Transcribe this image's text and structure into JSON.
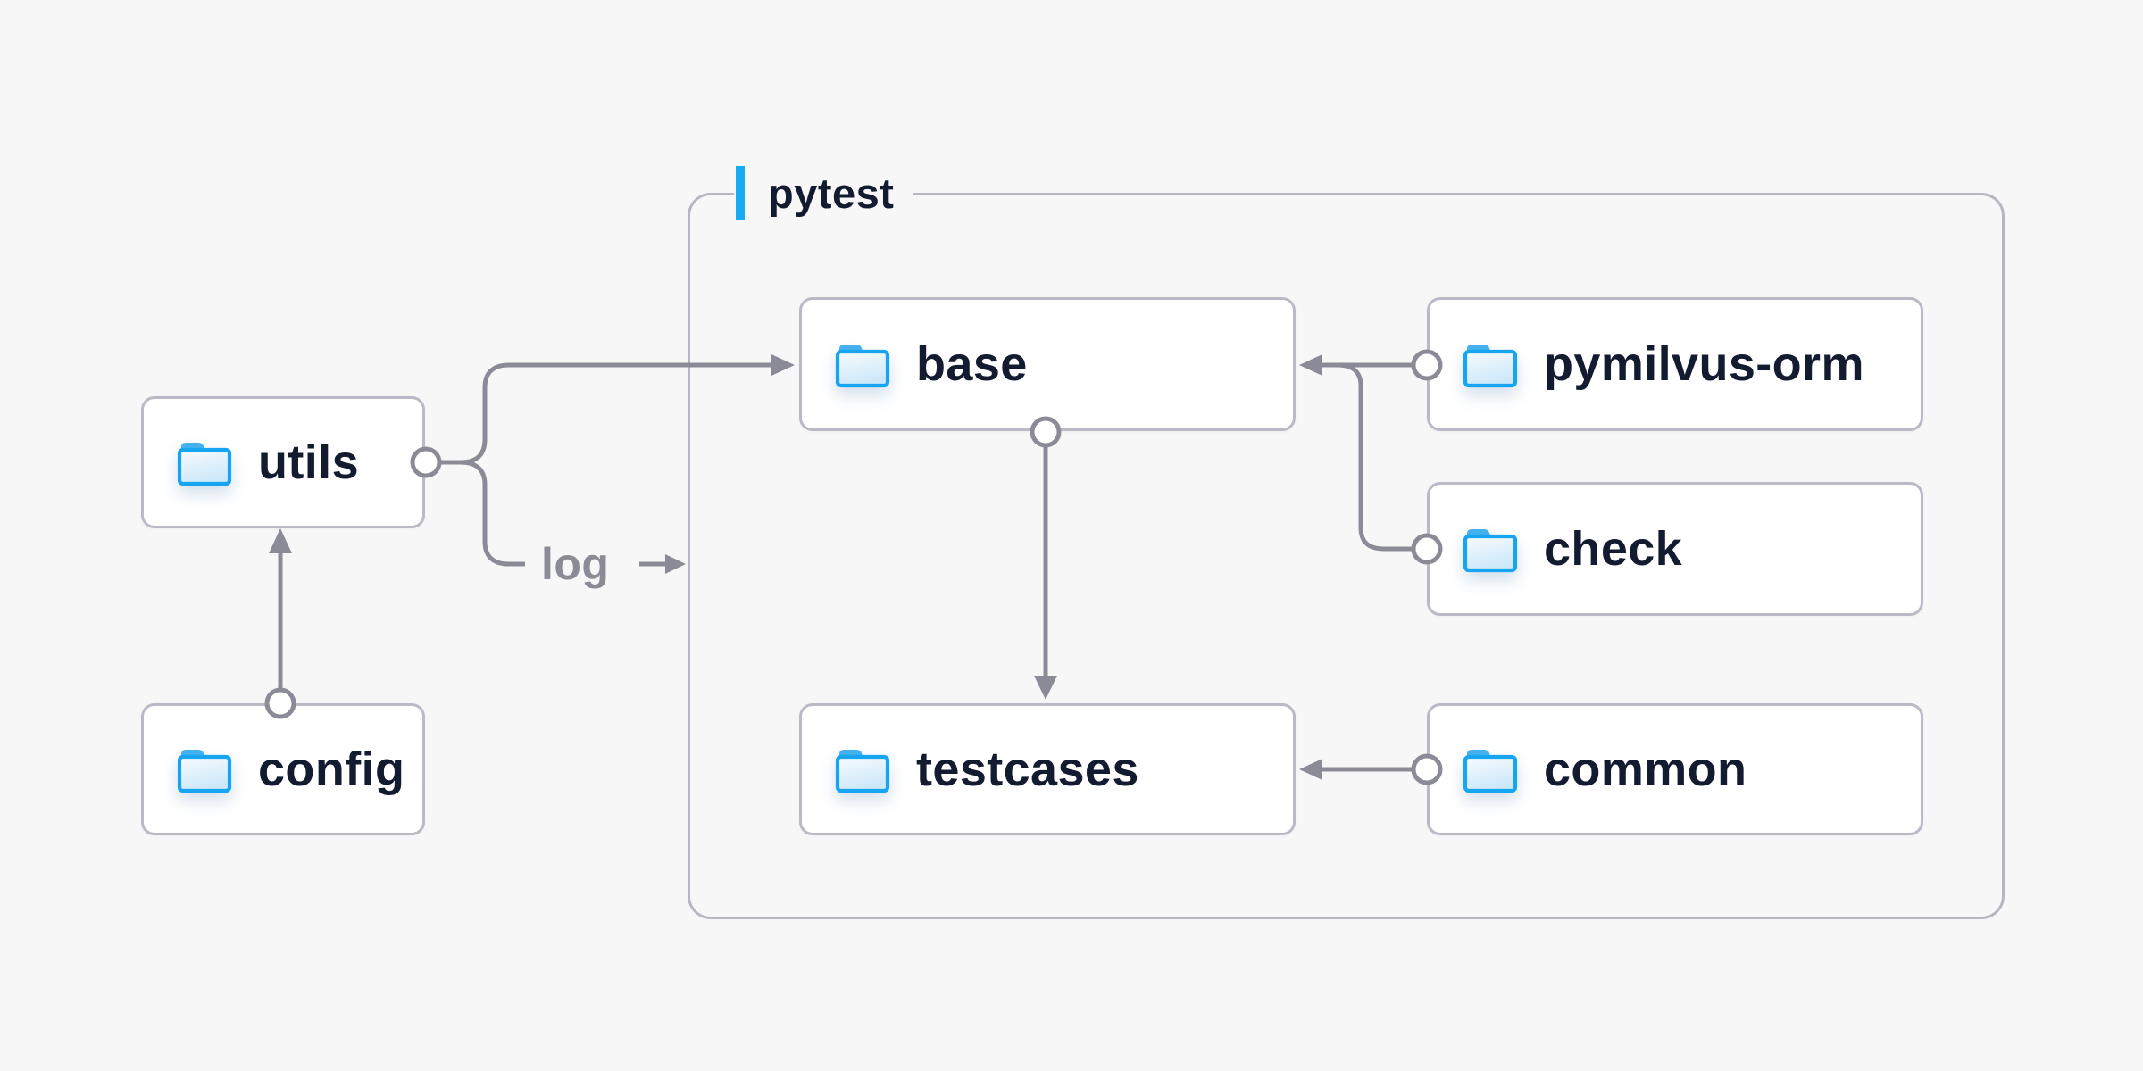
{
  "diagram": {
    "group": {
      "label": "pytest"
    },
    "nodes": [
      {
        "id": "utils",
        "label": "utils",
        "icon": "folder-icon",
        "group": null
      },
      {
        "id": "config",
        "label": "config",
        "icon": "folder-icon",
        "group": null
      },
      {
        "id": "base",
        "label": "base",
        "icon": "folder-icon",
        "group": "pytest"
      },
      {
        "id": "testcases",
        "label": "testcases",
        "icon": "folder-icon",
        "group": "pytest"
      },
      {
        "id": "pymilvus-orm",
        "label": "pymilvus-orm",
        "icon": "folder-icon",
        "group": "pytest"
      },
      {
        "id": "check",
        "label": "check",
        "icon": "folder-icon",
        "group": "pytest"
      },
      {
        "id": "common",
        "label": "common",
        "icon": "folder-icon",
        "group": "pytest"
      }
    ],
    "edge_labels": {
      "log": "log"
    },
    "edges": [
      {
        "from": "config",
        "to": "utils",
        "type": "arrow"
      },
      {
        "from": "utils",
        "to": "base",
        "type": "arrow"
      },
      {
        "from": "utils",
        "to": "log",
        "type": "branch-label"
      },
      {
        "from": "log",
        "to": "pytest",
        "type": "arrow"
      },
      {
        "from": "base",
        "to": "testcases",
        "type": "arrow"
      },
      {
        "from": "pymilvus-orm",
        "to": "base",
        "type": "arrow"
      },
      {
        "from": "check",
        "to": "base",
        "type": "arrow"
      },
      {
        "from": "common",
        "to": "testcases",
        "type": "arrow"
      }
    ],
    "colors": {
      "background": "#f7f7f8",
      "accent_blue": "#18aaf2",
      "folder_stroke_blue": "#17a5f2",
      "folder_tab_blue": "#45b0ee",
      "line_gray": "#8b8b97",
      "box_border_gray": "#b9bac6",
      "group_border_gray": "#b7b7c2",
      "text_navy": "#121b2f"
    }
  }
}
